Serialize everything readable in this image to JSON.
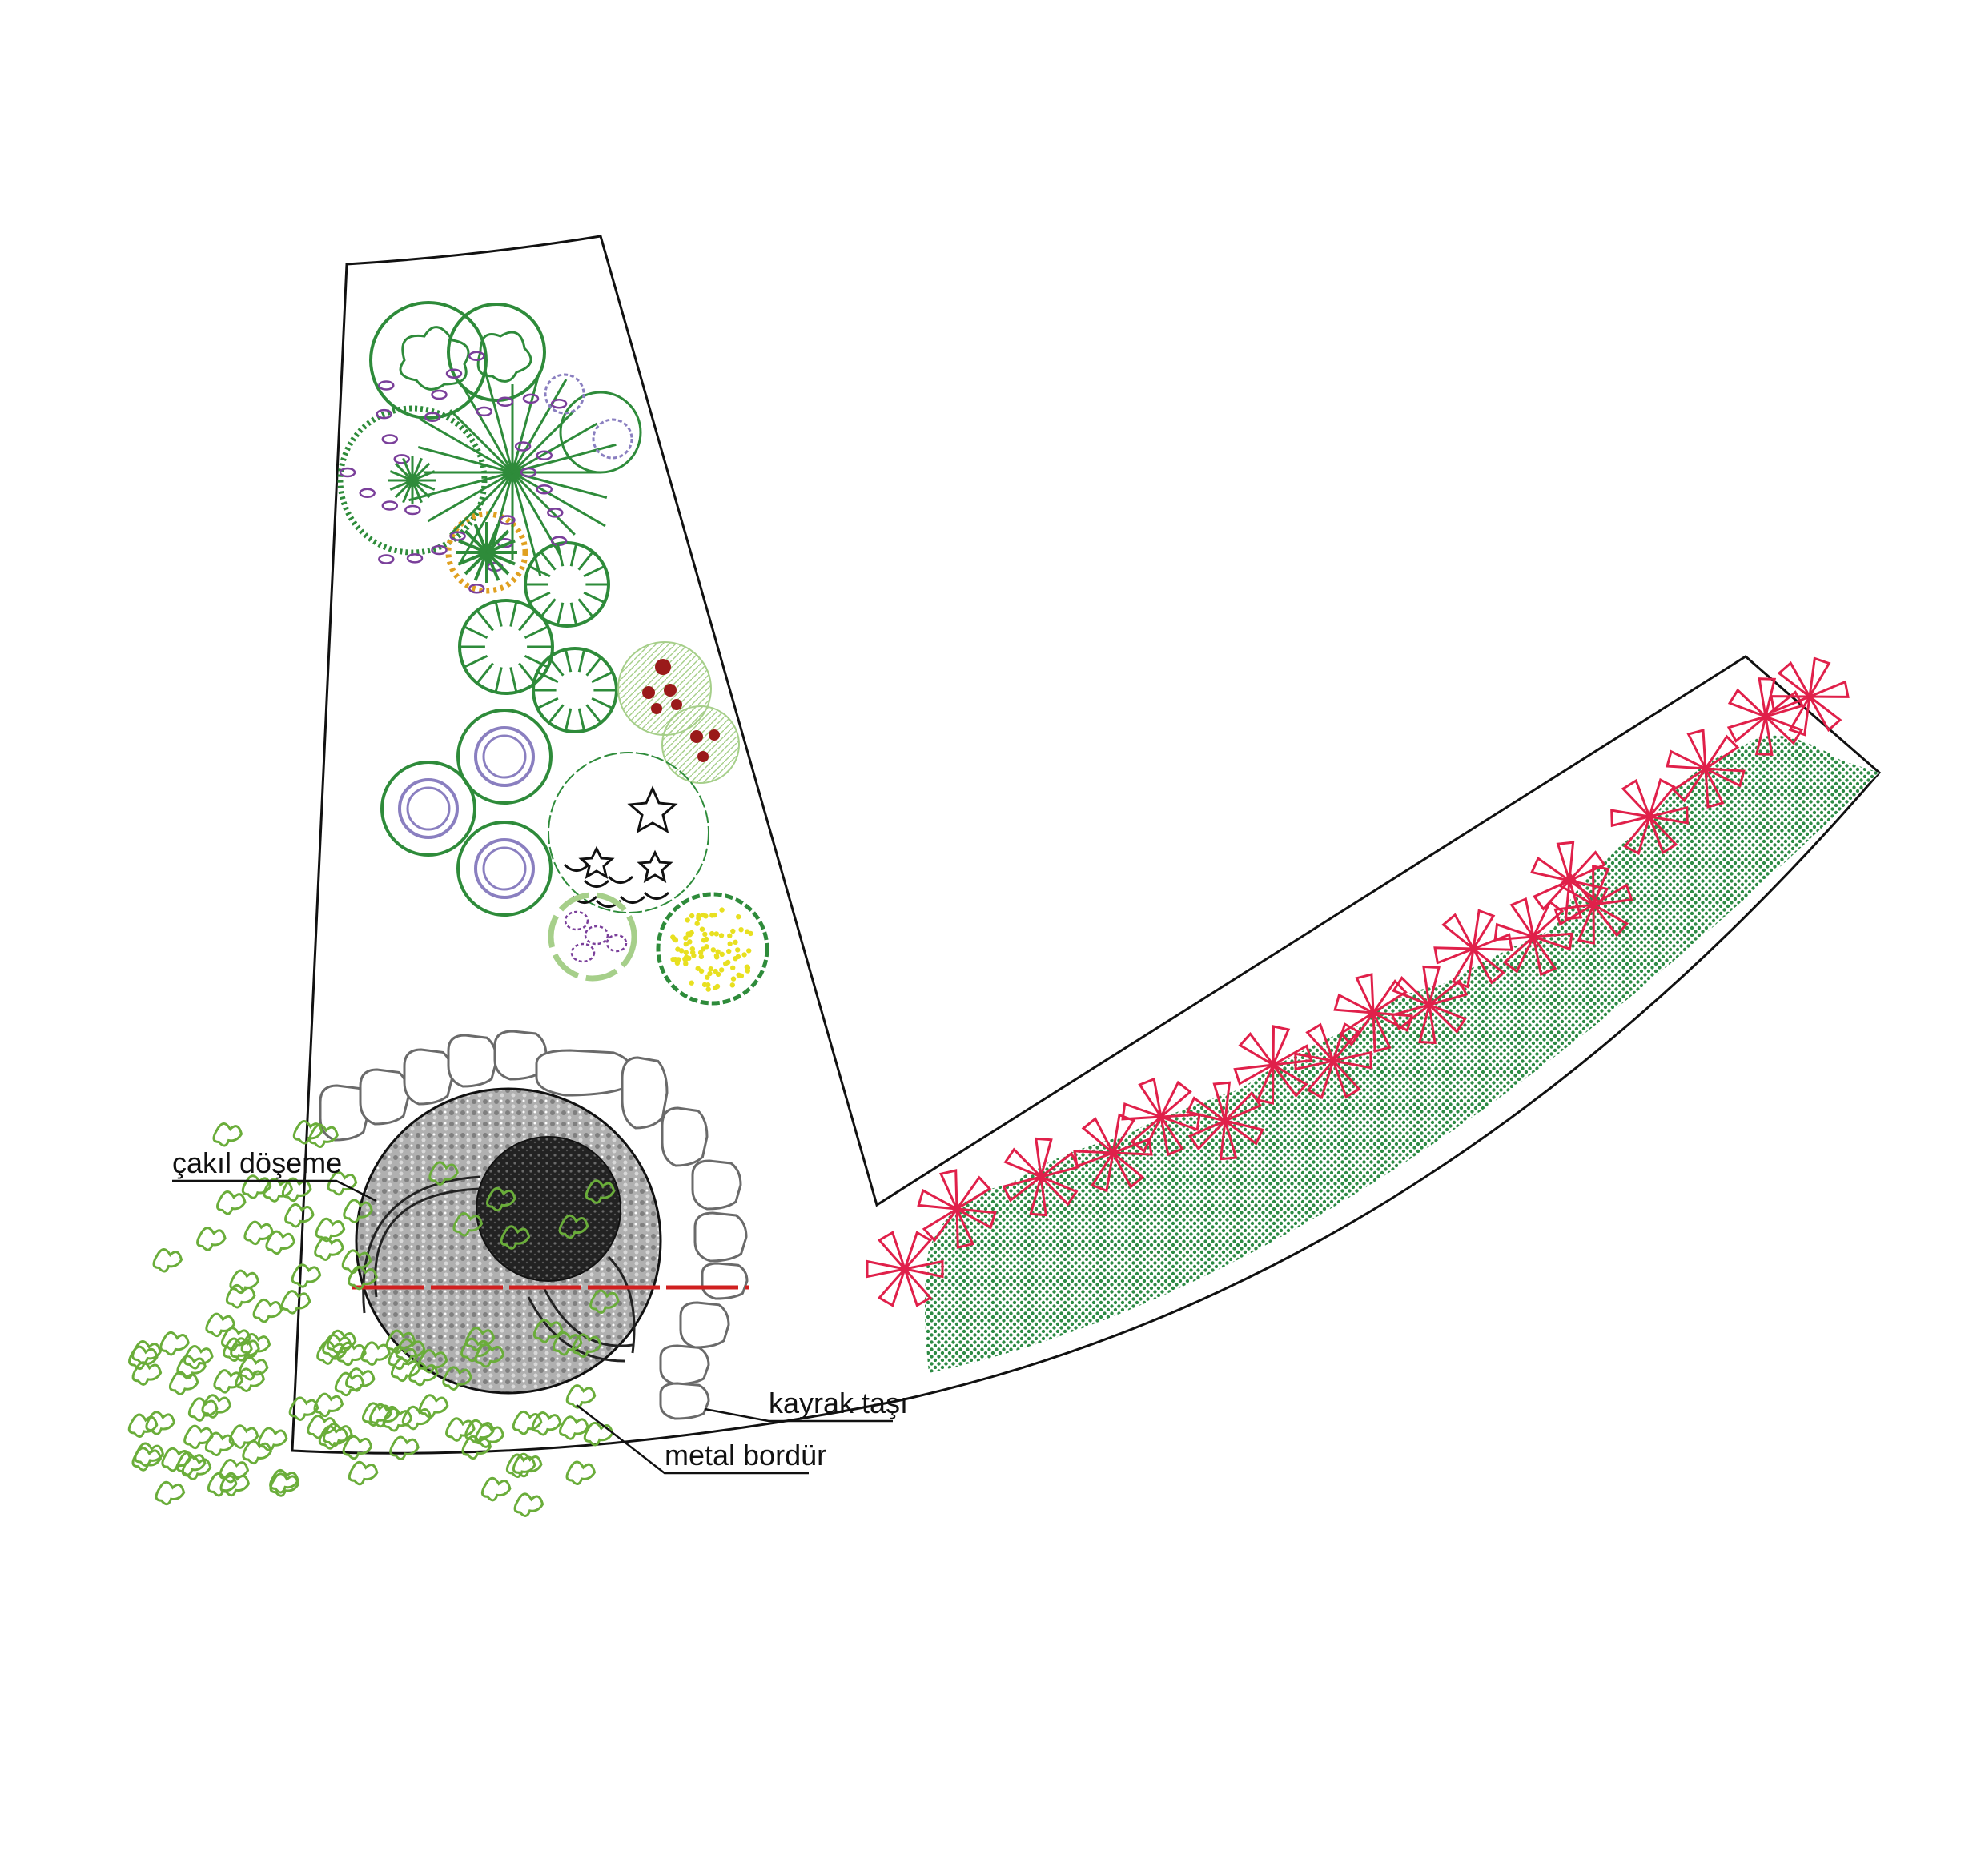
{
  "labels": {
    "gravel": "çakıl döşeme",
    "slate": "kayrak taşı",
    "border": "metal bordür"
  },
  "colors": {
    "outline": "#111111",
    "tree_green": "#2e8b3a",
    "shrub_green": "#6aad3a",
    "purple": "#7a3f9a",
    "lavender": "#8a7fc0",
    "red_berry": "#9a1a1a",
    "orange": "#e0a020",
    "yellow": "#e8e020",
    "pink": "#e0204a",
    "ground_green": "#2e8b45",
    "gravel_gray": "#a8a8a8",
    "pond_dark": "#2a2a2a",
    "border_red": "#d02020"
  },
  "icons": [
    "tree-symbol",
    "shrub-symbol",
    "flower-symbol",
    "stepping-stone",
    "groundcover-hatch",
    "pond",
    "gravel-area"
  ]
}
